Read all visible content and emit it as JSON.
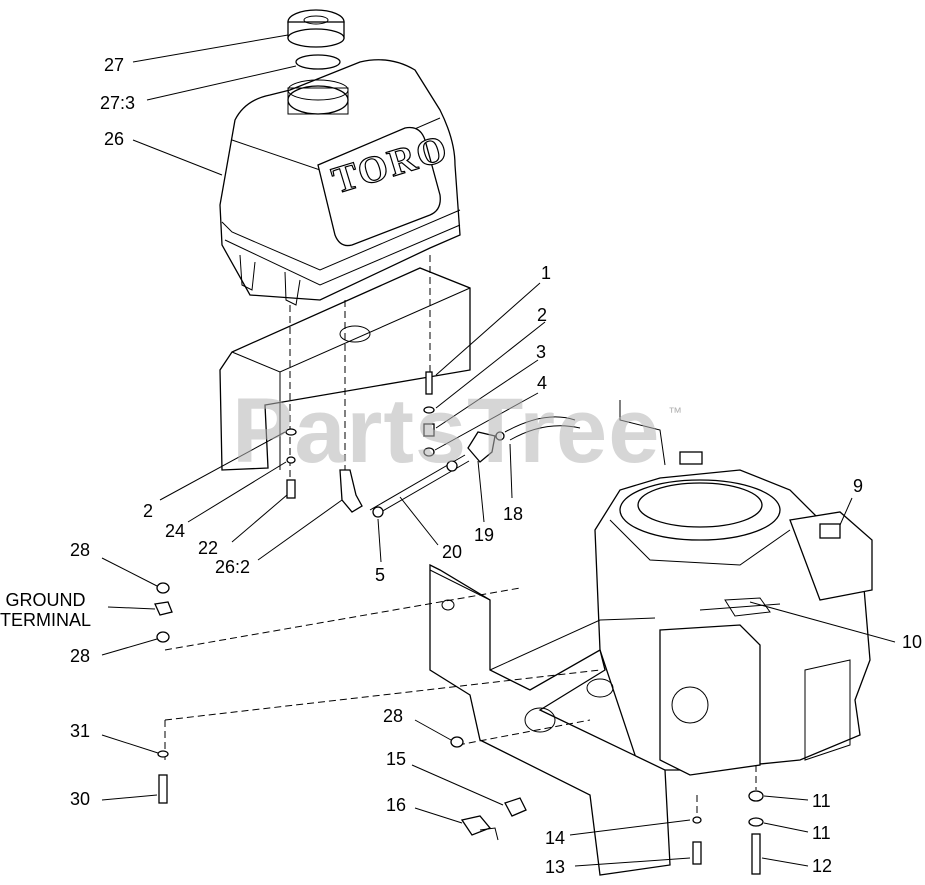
{
  "watermark": {
    "text": "PartsTree",
    "tm": "™"
  },
  "tank_logo": "TORO",
  "callouts": [
    {
      "id": "c27",
      "text": "27"
    },
    {
      "id": "c27_3",
      "text": "27:3"
    },
    {
      "id": "c26",
      "text": "26"
    },
    {
      "id": "c1",
      "text": "1"
    },
    {
      "id": "c2a",
      "text": "2"
    },
    {
      "id": "c3",
      "text": "3"
    },
    {
      "id": "c4",
      "text": "4"
    },
    {
      "id": "c2b",
      "text": "2"
    },
    {
      "id": "c24",
      "text": "24"
    },
    {
      "id": "c22",
      "text": "22"
    },
    {
      "id": "c26_2",
      "text": "26:2"
    },
    {
      "id": "c5",
      "text": "5"
    },
    {
      "id": "c20",
      "text": "20"
    },
    {
      "id": "c19",
      "text": "19"
    },
    {
      "id": "c18",
      "text": "18"
    },
    {
      "id": "c9",
      "text": "9"
    },
    {
      "id": "c10",
      "text": "10"
    },
    {
      "id": "c28a",
      "text": "28"
    },
    {
      "id": "c_ground",
      "text": "GROUND\nTERMINAL"
    },
    {
      "id": "c28b",
      "text": "28"
    },
    {
      "id": "c28c",
      "text": "28"
    },
    {
      "id": "c31",
      "text": "31"
    },
    {
      "id": "c30",
      "text": "30"
    },
    {
      "id": "c15",
      "text": "15"
    },
    {
      "id": "c16",
      "text": "16"
    },
    {
      "id": "c11a",
      "text": "11"
    },
    {
      "id": "c11b",
      "text": "11"
    },
    {
      "id": "c14",
      "text": "14"
    },
    {
      "id": "c13",
      "text": "13"
    },
    {
      "id": "c12",
      "text": "12"
    }
  ]
}
